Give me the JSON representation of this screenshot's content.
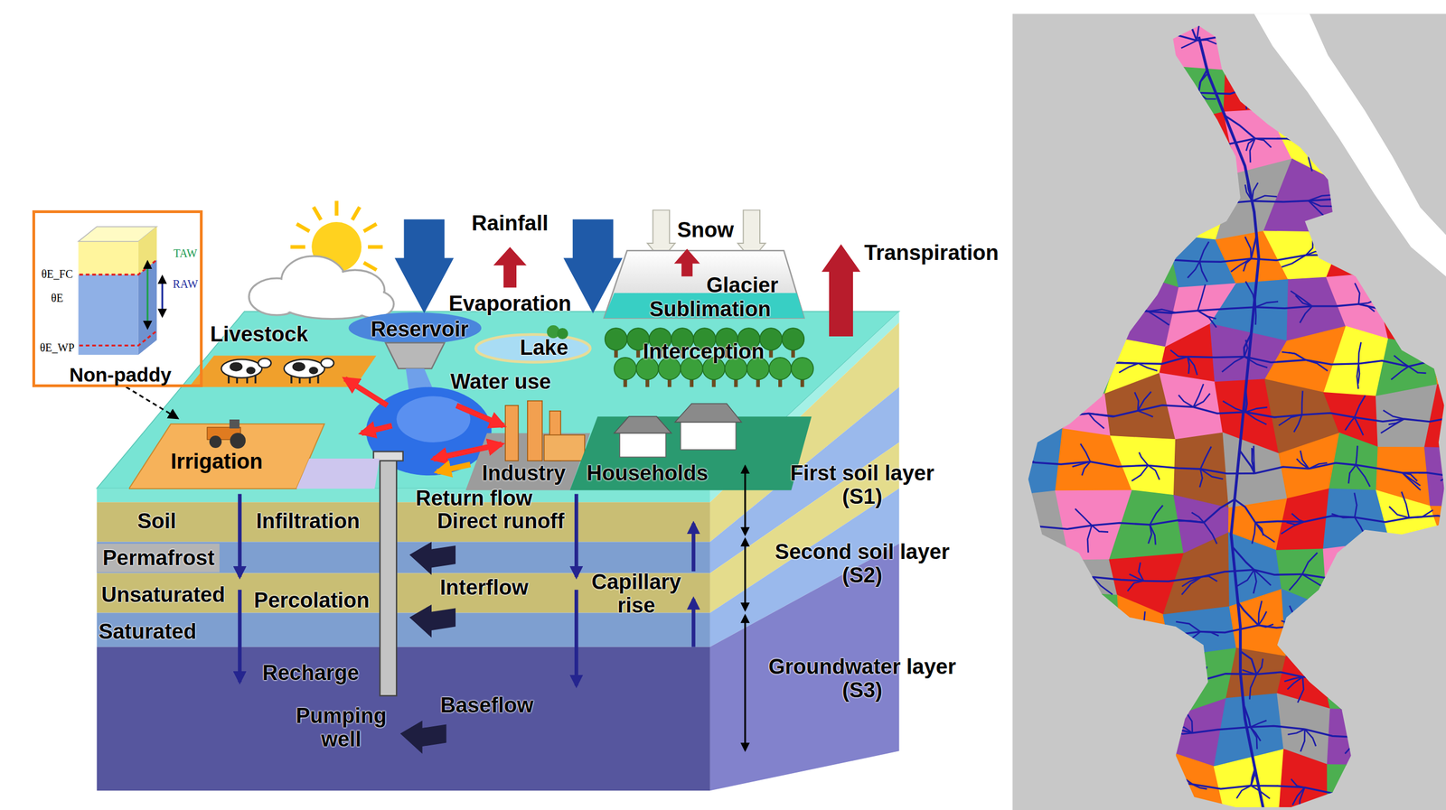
{
  "diagram": {
    "nodes": [
      {
        "text": [
          "Non-paddy"
        ]
      },
      {
        "text": [
          "Irrigation"
        ]
      }
    ],
    "edges": [
      {
        "from": 0,
        "to": 1,
        "arrow": "to"
      }
    ],
    "labels": [
      "TAW",
      "RAW",
      "θE_FC",
      "θE",
      "θE_WP",
      "Rainfall",
      "Evaporation",
      "Snow",
      "Glacier",
      "Sublimation",
      "Transpiration",
      "Reservoir",
      "Lake",
      "Interception",
      "Livestock",
      "Water use",
      "Industry",
      "Households",
      "Return flow",
      "Direct runoff",
      "Soil",
      "Infiltration",
      "Permafrost",
      "Unsaturated",
      "Percolation",
      "Interflow",
      "Capillary rise",
      "Saturated",
      "Recharge",
      "Pumping well",
      "Baseflow",
      "First soil layer (S1)",
      "Second soil layer (S2)",
      "Groundwater layer (S3)"
    ]
  }
}
